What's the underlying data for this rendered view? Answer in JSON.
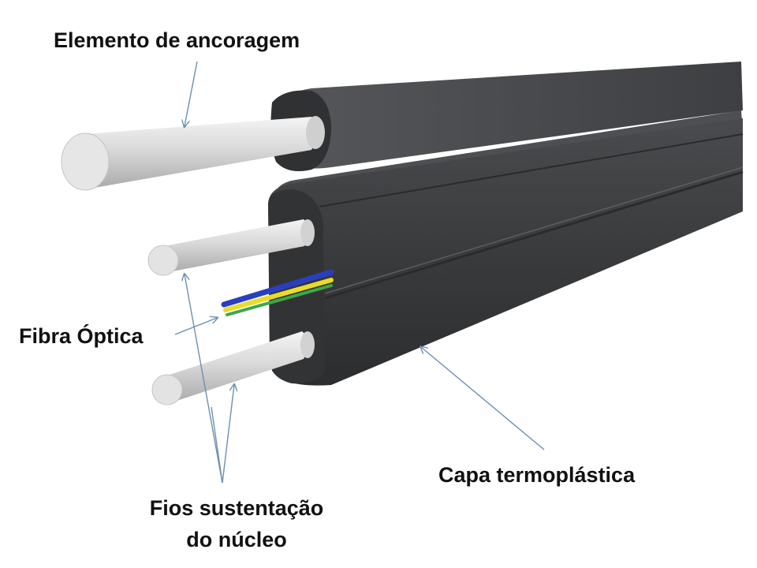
{
  "labels": {
    "anchor_element": "Elemento de ancoragem",
    "optical_fiber": "Fibra Óptica",
    "support_wires_line1": "Fios sustentação",
    "support_wires_line2": "do núcleo",
    "thermoplastic_jacket": "Capa termoplástica"
  },
  "colors": {
    "jacket": "#3b3c3e",
    "jacket_highlight": "#5a5b5e",
    "wire": "#dcdcdc",
    "fiber_blue": "#2a3fbf",
    "fiber_yellow": "#e8dc2a",
    "fiber_green": "#3da84a",
    "leader_line": "#6d8fb5",
    "text": "#111111"
  }
}
